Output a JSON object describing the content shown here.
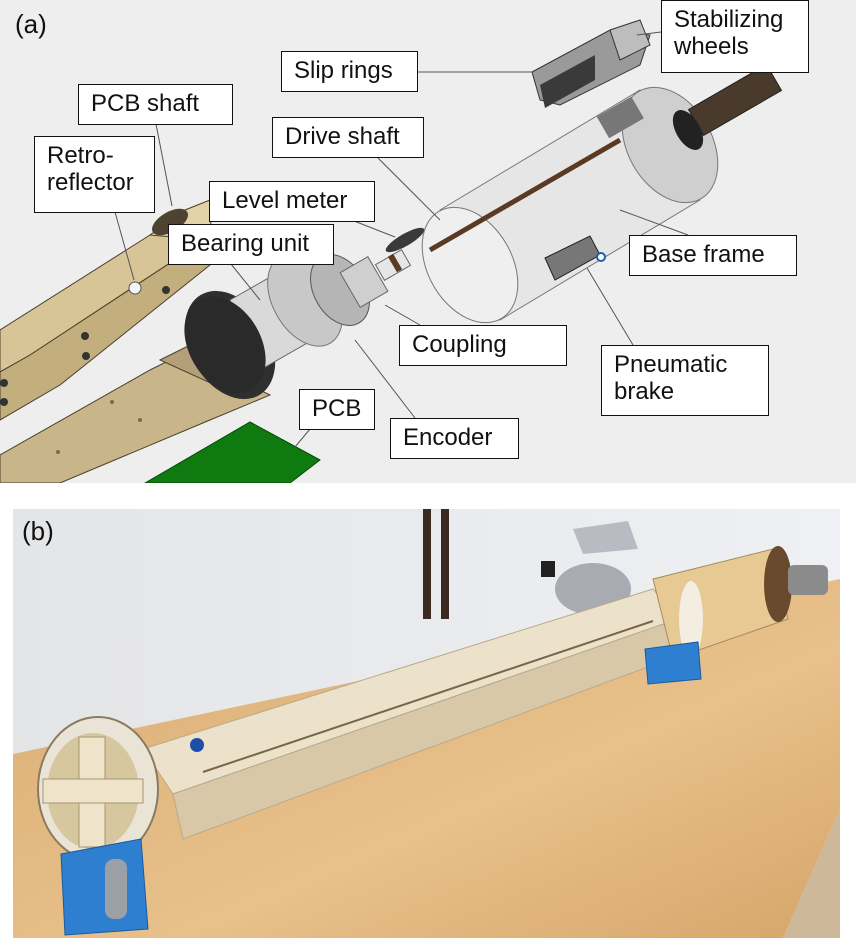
{
  "figure": {
    "panels": [
      {
        "tag": "(a)",
        "kind": "exploded CAD assembly diagram",
        "labels": {
          "stabilizing_wheels": [
            "Stabilizing",
            "wheels"
          ],
          "slip_rings": "Slip rings",
          "pcb_shaft": "PCB shaft",
          "drive_shaft": "Drive shaft",
          "retro_reflector": [
            "Retro-",
            "reflector"
          ],
          "level_meter": "Level meter",
          "bearing_unit": "Bearing unit",
          "base_frame": "Base frame",
          "coupling": "Coupling",
          "pneumatic_brake": [
            "Pneumatic",
            "brake"
          ],
          "pcb": "PCB",
          "encoder": "Encoder"
        }
      },
      {
        "tag": "(b)",
        "kind": "photograph of assembled device on workbench"
      }
    ]
  },
  "colors": {
    "panel_a_bg": "#eeeeee",
    "frame_tan": "#c9b58a",
    "pcb_green": "#0f7a0f",
    "support_blue": "#2f7fd0",
    "bench_wood": "#e3b77d",
    "wall": "#e9eaec"
  }
}
